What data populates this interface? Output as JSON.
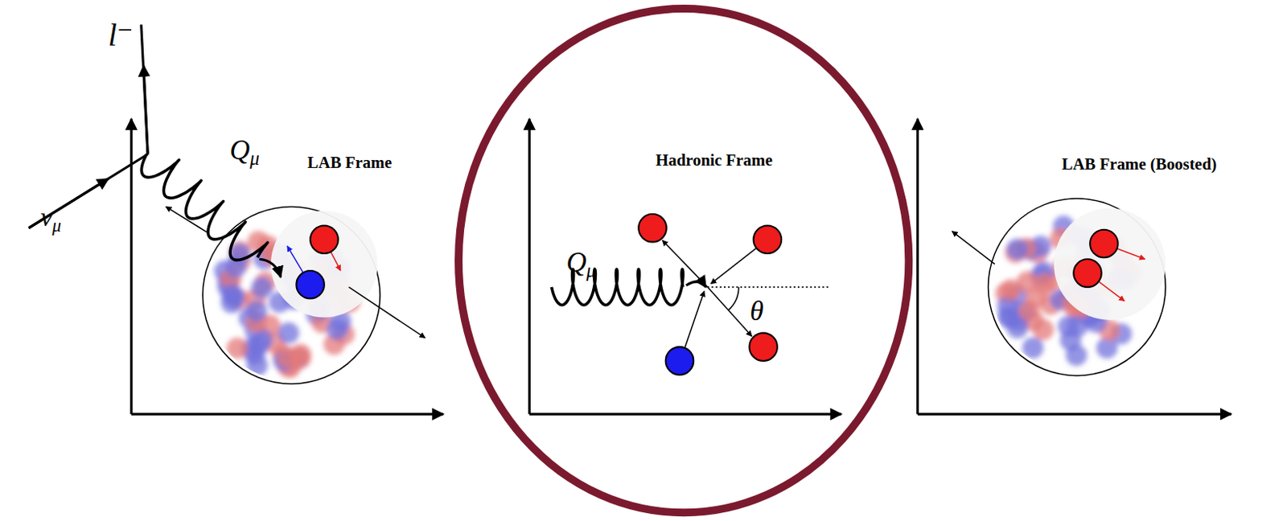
{
  "diagram": {
    "nodes": [
      {
        "text": [
          "Hadronic Frame"
        ]
      }
    ],
    "labels": [
      "l⁻",
      "Qμ",
      "νμ",
      "LAB Frame",
      "Qμ",
      "θ",
      "LAB Frame (Boosted)"
    ]
  }
}
